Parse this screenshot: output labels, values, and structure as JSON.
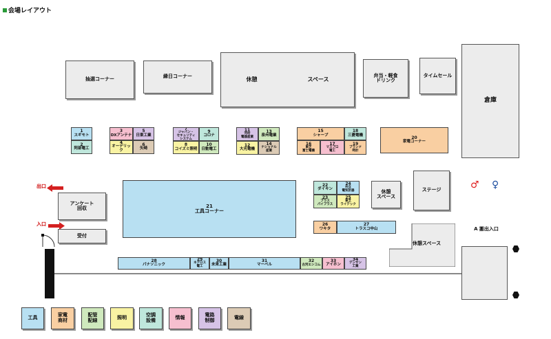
{
  "title": "会場レイアウト",
  "areas": {
    "lottery": "抽選コーナー",
    "ennichi": "縁日コーナー",
    "rest_left": "休憩",
    "rest_right": "スペース",
    "bento": "弁当・軽食\nドリンク",
    "timesale": "タイムセール",
    "warehouse": "倉庫",
    "rest_mid": "休憩\nスペース",
    "stage": "ステージ",
    "rest_lower": "休憩スペース",
    "survey": "アンケート\n回収",
    "reception": "受付",
    "loading": "A 搬出入口"
  },
  "labels": {
    "exit": "出口",
    "entrance": "入口"
  },
  "booths": [
    {
      "id": "b1",
      "num": "1",
      "name": "スギモト",
      "color": "tools"
    },
    {
      "id": "b2",
      "num": "2",
      "name": "阿部電工",
      "color": "air"
    },
    {
      "id": "b3",
      "num": "3",
      "name": "DXアンテナ",
      "color": "info"
    },
    {
      "id": "b5",
      "num": "5",
      "name": "日東工業",
      "color": "ctrl"
    },
    {
      "id": "b4",
      "num": "4",
      "name": "オーデリック",
      "color": "light"
    },
    {
      "id": "b6",
      "num": "6",
      "name": "矢崎",
      "color": "wire"
    },
    {
      "id": "b7",
      "num": "7",
      "name": "ジャパン・\nセキュリティ\nシステム",
      "color": "ctrl"
    },
    {
      "id": "b9",
      "num": "9",
      "name": "コロナ",
      "color": "air"
    },
    {
      "id": "b8",
      "num": "8",
      "name": "コイズミ照明",
      "color": "light"
    },
    {
      "id": "b10",
      "num": "10",
      "name": "日動電工",
      "color": "pipe"
    },
    {
      "id": "b11",
      "num": "11",
      "name": "河村\n電器産業",
      "color": "ctrl"
    },
    {
      "id": "b13",
      "num": "13",
      "name": "泉州電業",
      "color": "pipe"
    },
    {
      "id": "b12",
      "num": "12",
      "name": "大光電機",
      "color": "light"
    },
    {
      "id": "b14",
      "num": "14",
      "name": "ナショナル\n産業",
      "color": "wire"
    },
    {
      "id": "b15",
      "num": "15",
      "name": "シャープ",
      "color": "home"
    },
    {
      "id": "b18",
      "num": "18",
      "name": "三菱電機",
      "color": "air"
    },
    {
      "id": "b16",
      "num": "16",
      "name": "東芝\n富士電機",
      "color": "home"
    },
    {
      "id": "b17",
      "num": "17",
      "name": "マスプロ\n電工",
      "color": "info"
    },
    {
      "id": "b19",
      "num": "19",
      "name": "ブランド\n時計",
      "color": "home"
    },
    {
      "id": "b20",
      "num": "20",
      "name": "家電コーナー",
      "color": "home"
    },
    {
      "id": "b21",
      "num": "21",
      "name": "工具コーナー",
      "color": "tools"
    },
    {
      "id": "b22",
      "num": "22",
      "name": "ダイキン",
      "color": "air"
    },
    {
      "id": "b24",
      "num": "24",
      "name": "共立\n電気計器",
      "color": "tools"
    },
    {
      "id": "b23",
      "num": "23",
      "name": "ブラス\nパイプラス",
      "color": "pipe"
    },
    {
      "id": "b25",
      "num": "25",
      "name": "東芝\nライテック",
      "color": "light"
    },
    {
      "id": "b26",
      "num": "26",
      "name": "ワキタ",
      "color": "home"
    },
    {
      "id": "b27",
      "num": "27",
      "name": "トラスコ中山",
      "color": "tools"
    },
    {
      "id": "b28",
      "num": "28",
      "name": "パナソニック",
      "color": "tools"
    },
    {
      "id": "b29",
      "num": "29",
      "name": "ネグロス\n電工",
      "color": "tools"
    },
    {
      "id": "b30",
      "num": "30",
      "name": "未来工業",
      "color": "tools"
    },
    {
      "id": "b31",
      "num": "31",
      "name": "マーベル",
      "color": "tools"
    },
    {
      "id": "b32",
      "num": "32",
      "name": "古河エンコム",
      "color": "pipe"
    },
    {
      "id": "b33",
      "num": "33",
      "name": "アイホン",
      "color": "info"
    },
    {
      "id": "b34",
      "num": "34",
      "name": "デンサン\n工業",
      "color": "ctrl"
    }
  ],
  "legend": [
    {
      "label": "工具",
      "color": "tools"
    },
    {
      "label": "家電\n商材",
      "color": "home"
    },
    {
      "label": "配管\n配線",
      "color": "pipe"
    },
    {
      "label": "照明",
      "color": "light"
    },
    {
      "label": "空調\n設備",
      "color": "air"
    },
    {
      "label": "情報",
      "color": "info"
    },
    {
      "label": "電路\n制御",
      "color": "ctrl"
    },
    {
      "label": "電線",
      "color": "wire"
    }
  ],
  "colors": {
    "tools": "#b8e0f2",
    "home": "#f9cfa2",
    "pipe": "#cfe9bd",
    "light": "#f9f3a3",
    "air": "#bfe7dc",
    "info": "#f6bfcf",
    "ctrl": "#d6c3e6",
    "wire": "#dccbb5",
    "arrow": "#d42020",
    "female": "#e02020",
    "male": "#1f4fa0",
    "title_marker": "#2a9a3a"
  },
  "icons": {
    "female": "female-restroom-icon",
    "male": "male-restroom-icon",
    "arrow": "red-arrow-icon",
    "pillar": "hexagon-pillar-icon"
  }
}
